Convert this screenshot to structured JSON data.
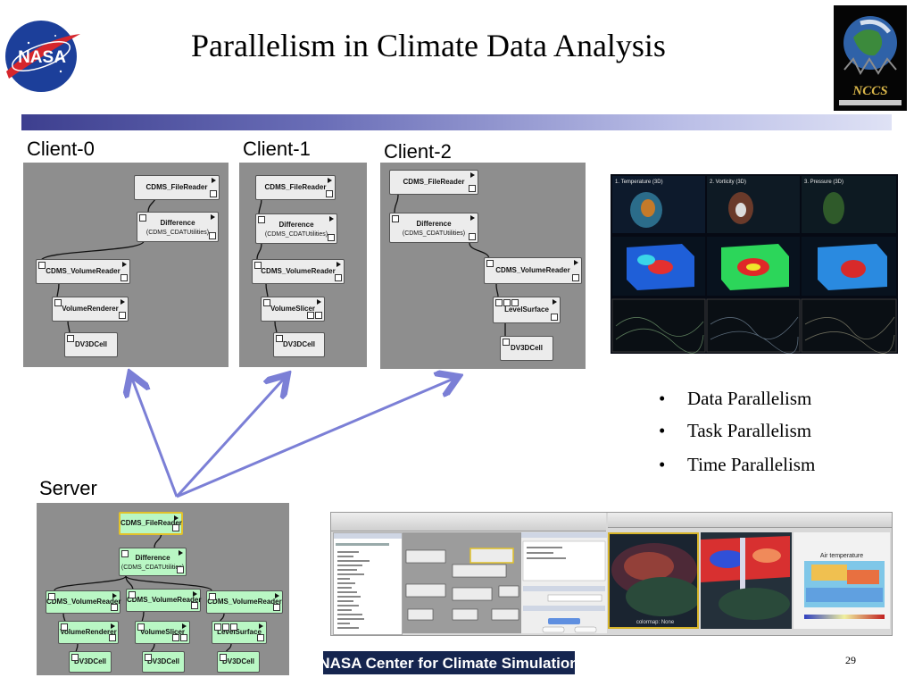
{
  "slide": {
    "title": "Parallelism in Climate Data Analysis",
    "page_number": "29",
    "left_logo_text": "NASA",
    "right_logo_text": "NCCS",
    "footer_logo_text": "NASA Center for Climate Simulation",
    "accent_color": "#5b5fab"
  },
  "clients": [
    {
      "label": "Client-0",
      "modules": [
        "CDMS_FileReader",
        "Difference",
        "(CDMS_CDATUtilities)",
        "CDMS_VolumeReader",
        "VolumeRenderer",
        "DV3DCell"
      ]
    },
    {
      "label": "Client-1",
      "modules": [
        "CDMS_FileReader",
        "Difference",
        "(CDMS_CDATUtilities)",
        "CDMS_VolumeReader",
        "VolumeSlicer",
        "DV3DCell"
      ]
    },
    {
      "label": "Client-2",
      "modules": [
        "CDMS_FileReader",
        "Difference",
        "(CDMS_CDATUtilities)",
        "CDMS_VolumeReader",
        "LevelSurface",
        "DV3DCell"
      ]
    }
  ],
  "server": {
    "label": "Server",
    "modules": [
      "CDMS_FileReader",
      "Difference",
      "(CDMS_CDATUtilities)",
      "CDMS_VolumeReader",
      "CDMS_VolumeReader",
      "CDMS_VolumeReader",
      "VolumeRenderer",
      "VolumeSlicer",
      "LevelSurface",
      "DV3DCell",
      "DV3DCell",
      "DV3DCell"
    ]
  },
  "bullets": [
    "Data Parallelism",
    "Task Parallelism",
    "Time Parallelism"
  ],
  "viz_grid_labels": [
    "1. Temperature (3D)",
    "2. Vorticity (3D)",
    "3. Pressure (3D)"
  ],
  "screenshot": {
    "colormap_label": "colormap: None",
    "air_temperature_label": "Air temperature"
  }
}
